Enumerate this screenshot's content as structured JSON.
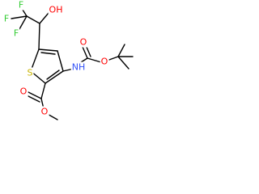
{
  "molecule": {
    "colors": {
      "carbon_bond": "#000000",
      "fluorine": "#33cc33",
      "oxygen": "#ff0000",
      "nitrogen": "#3050f8",
      "sulfur": "#c8b400"
    },
    "atoms": {
      "f_top": "F",
      "f_left": "F",
      "f_lower": "F",
      "hydroxyl": "OH",
      "sulfur": "S",
      "ester_carbonyl_o": "O",
      "ester_o": "O",
      "amide_nh": "NH",
      "carbamate_carbonyl_o": "O",
      "carbamate_o": "O"
    }
  }
}
